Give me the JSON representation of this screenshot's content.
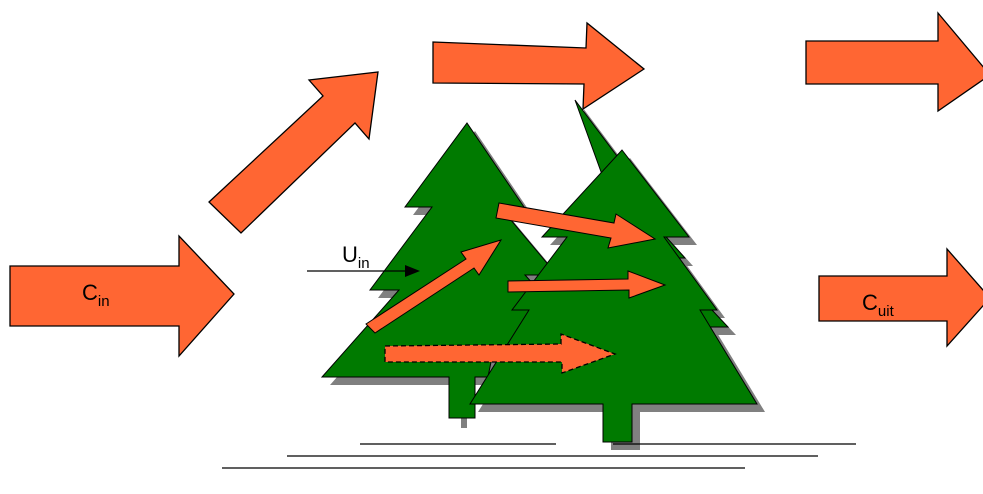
{
  "labels": {
    "c_in": {
      "main": "C",
      "sub": "in"
    },
    "u_in": {
      "main": "U",
      "sub": "in"
    },
    "c_uit": {
      "main": "C",
      "sub": "uit"
    }
  },
  "colors": {
    "arrow_fill": "#ff6633",
    "arrow_stroke": "#000000",
    "tree_fill": "#007a00",
    "tree_shadow": "#808080",
    "ground_line": "#000000"
  }
}
